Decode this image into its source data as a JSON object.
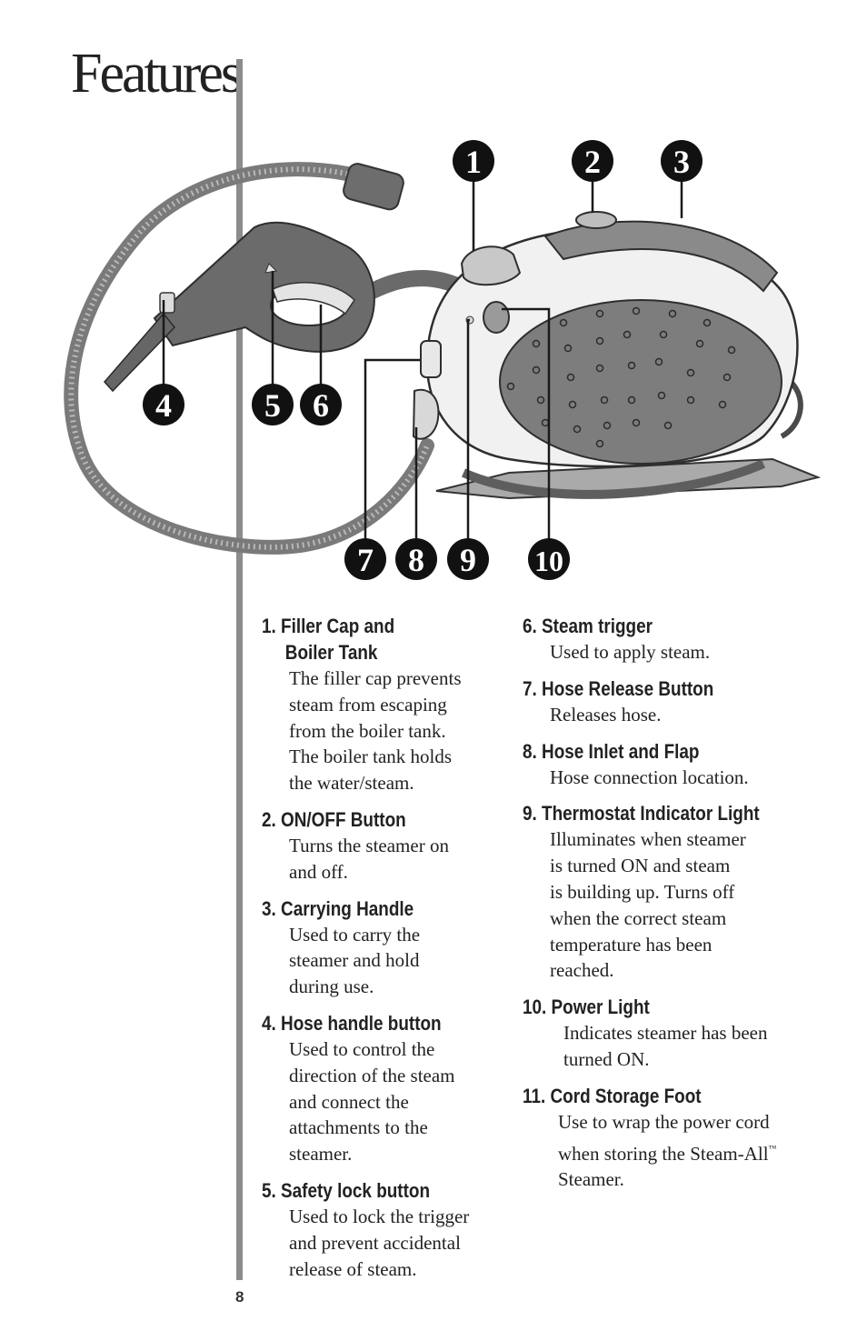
{
  "page": {
    "title": "Features",
    "page_number": "8"
  },
  "callouts": [
    "1",
    "2",
    "3",
    "4",
    "5",
    "6",
    "7",
    "8",
    "9",
    "10"
  ],
  "features": [
    {
      "title_line1": "1.  Filler Cap and",
      "title_line2": "Boiler Tank",
      "desc": "The filler cap prevents\nsteam from escaping\nfrom the boiler tank.\nThe boiler tank holds\nthe water/steam."
    },
    {
      "title": "2. ON/OFF Button",
      "desc": "Turns the steamer on\nand off."
    },
    {
      "title": "3. Carrying Handle",
      "desc": "Used to carry the\nsteamer and hold\nduring use."
    },
    {
      "title": "4. Hose handle button",
      "desc": "Used to control the\ndirection of the steam\nand connect the\nattachments to the\nsteamer."
    },
    {
      "title": "5. Safety lock button",
      "desc": "Used to lock the trigger\nand prevent accidental\nrelease of steam."
    },
    {
      "title": "6. Steam trigger",
      "desc": "Used to apply steam."
    },
    {
      "title": "7. Hose Release Button",
      "desc": "Releases hose."
    },
    {
      "title": "8. Hose Inlet and Flap",
      "desc": "Hose connection location."
    },
    {
      "title": "9. Thermostat Indicator Light",
      "desc": "Illuminates when steamer\nis turned ON and steam\nis building up. Turns off\nwhen the correct steam\ntemperature has been\nreached."
    },
    {
      "title": "10. Power Light",
      "desc": "Indicates steamer has been\nturned ON."
    },
    {
      "title": "11. Cord Storage Foot",
      "desc_line1": "Use to wrap the power cord",
      "desc_line2_pre": "when storing the Steam-All",
      "trademark": "™",
      "desc_line3": "Steamer."
    }
  ]
}
